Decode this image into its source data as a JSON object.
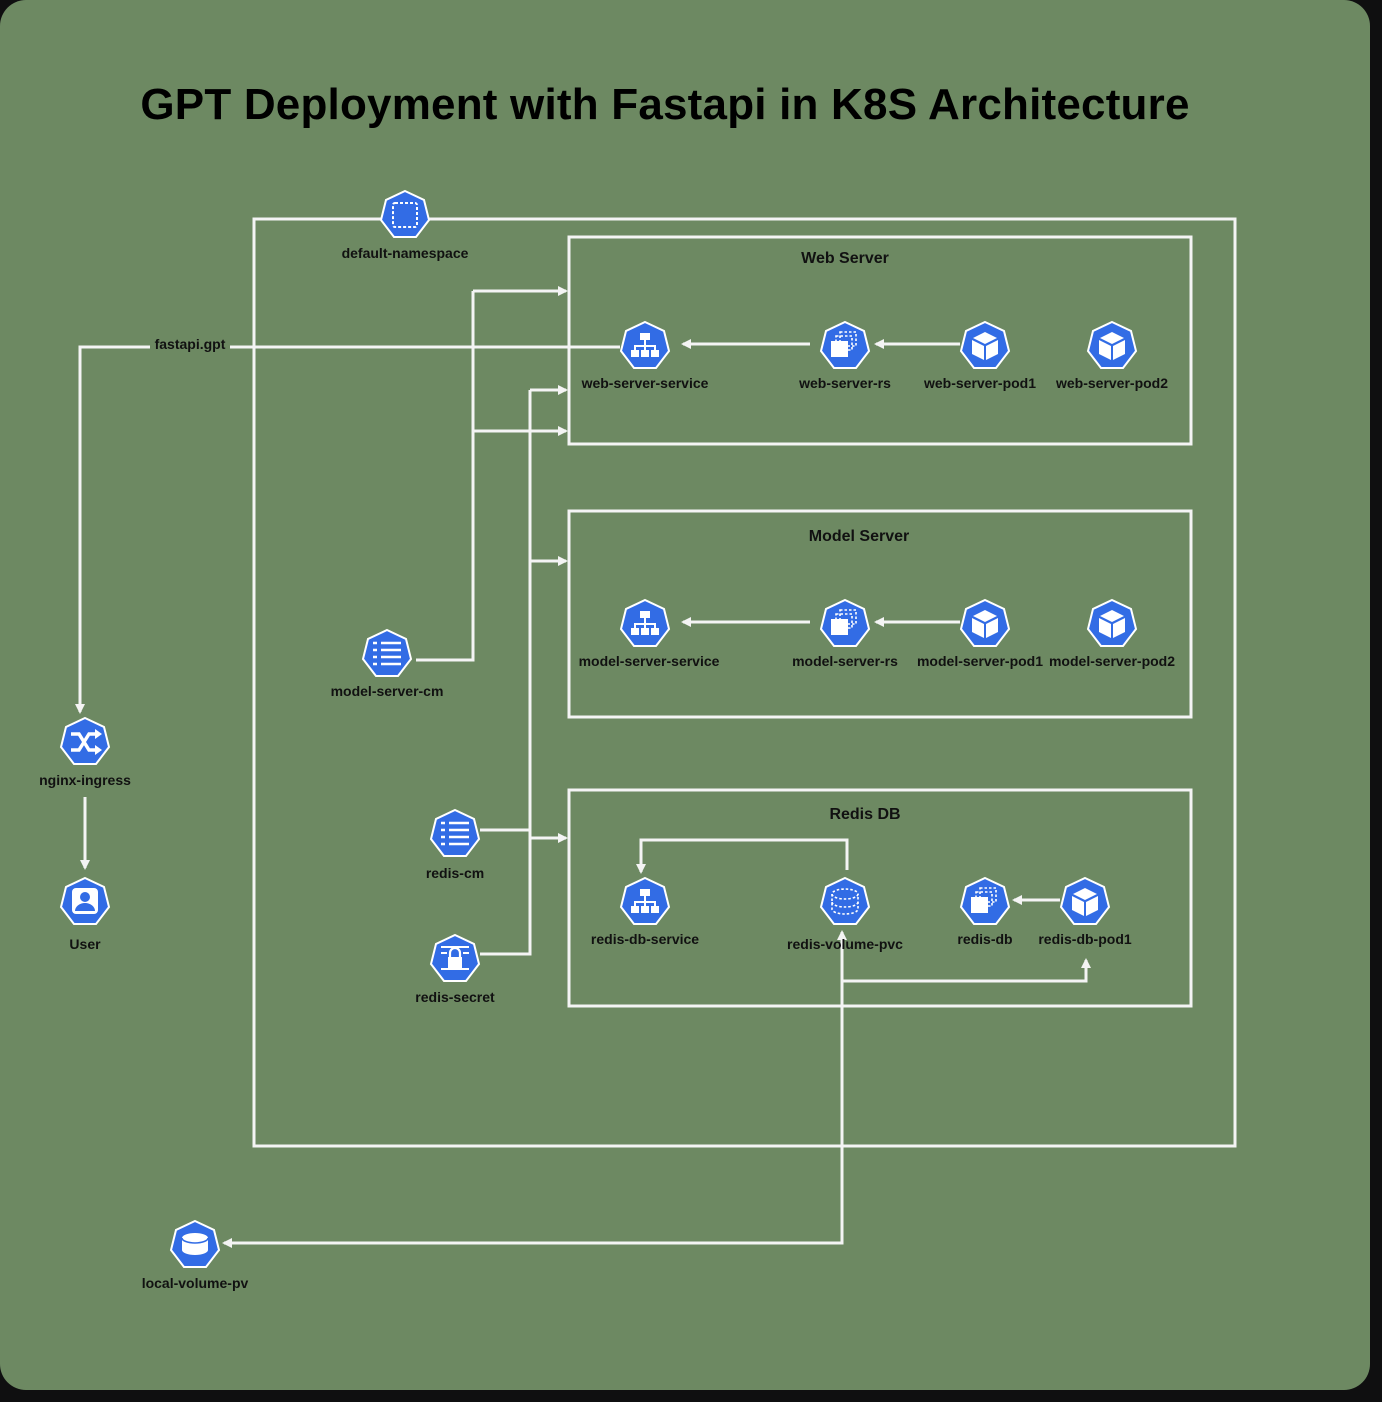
{
  "title": "GPT Deployment with Fastapi in K8S Architecture",
  "colors": {
    "canvas": "#6d8962",
    "icon": "#326ce5",
    "line": "#f4f4f4",
    "text": "#111111"
  },
  "groups": {
    "namespace": "default-namespace",
    "web": "Web Server",
    "model": "Model Server",
    "redis": "Redis DB"
  },
  "host": "fastapi.gpt",
  "nodes": {
    "web_server_service": {
      "label": "web-server-service",
      "icon": "service-icon"
    },
    "web_server_rs": {
      "label": "web-server-rs",
      "icon": "replicaset-icon"
    },
    "web_server_pod1": {
      "label": "web-server-pod1",
      "icon": "pod-icon"
    },
    "web_server_pod2": {
      "label": "web-server-pod2",
      "icon": "pod-icon"
    },
    "model_server_service": {
      "label": "model-server-service",
      "icon": "service-icon"
    },
    "model_server_rs": {
      "label": "model-server-rs",
      "icon": "replicaset-icon"
    },
    "model_server_pod1": {
      "label": "model-server-pod1",
      "icon": "pod-icon"
    },
    "model_server_pod2": {
      "label": "model-server-pod2",
      "icon": "pod-icon"
    },
    "redis_db_service": {
      "label": "redis-db-service",
      "icon": "service-icon"
    },
    "redis_volume_pvc": {
      "label": "redis-volume-pvc",
      "icon": "pvc-icon"
    },
    "redis_db": {
      "label": "redis-db",
      "icon": "replicaset-icon"
    },
    "redis_db_pod1": {
      "label": "redis-db-pod1",
      "icon": "pod-icon"
    },
    "model_server_cm": {
      "label": "model-server-cm",
      "icon": "configmap-icon"
    },
    "redis_cm": {
      "label": "redis-cm",
      "icon": "configmap-icon"
    },
    "redis_secret": {
      "label": "redis-secret",
      "icon": "secret-icon"
    },
    "nginx_ingress": {
      "label": "nginx-ingress",
      "icon": "ingress-icon"
    },
    "user": {
      "label": "User",
      "icon": "user-icon"
    },
    "local_volume_pv": {
      "label": "local-volume-pv",
      "icon": "pv-icon"
    },
    "namespace_icon": {
      "icon": "namespace-icon"
    }
  }
}
